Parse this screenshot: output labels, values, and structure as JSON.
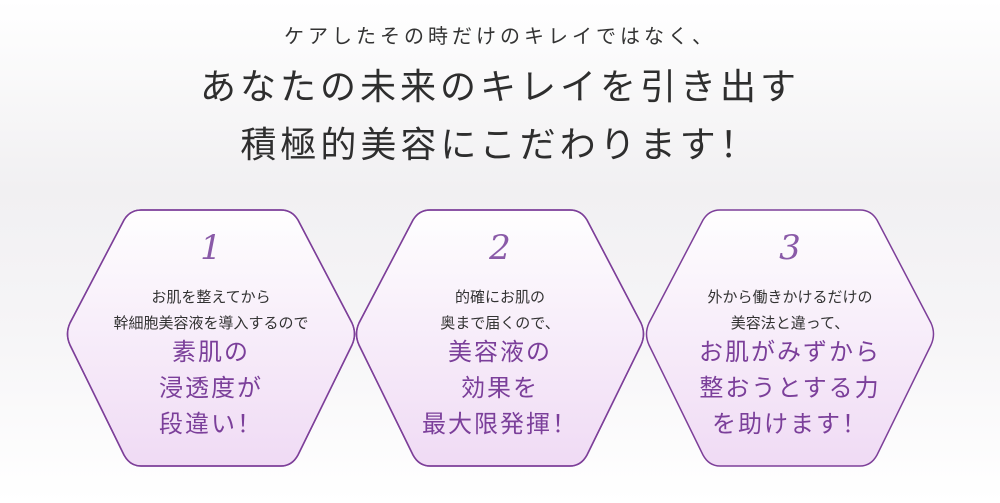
{
  "header": {
    "subtitle": "ケアしたその時だけのキレイではなく、",
    "title_line_1": "あなたの未来のキレイを引き出す",
    "title_line_2": "積極的美容にこだわります！"
  },
  "colors": {
    "hex_border": "#7d3f99",
    "hex_fill_top": "#ffffff",
    "hex_fill_bottom": "#efd9f4",
    "highlight_text": "#7b3f9a",
    "number_text": "#8a5aa8"
  },
  "cards": [
    {
      "number": "1",
      "lead": [
        "お肌を整えてから",
        "幹細胞美容液を導入するので"
      ],
      "highlight": [
        "素肌の",
        "浸透度が",
        "段違い！"
      ]
    },
    {
      "number": "2",
      "lead": [
        "的確にお肌の",
        "奥まで届くので、"
      ],
      "highlight": [
        "美容液の",
        "効果を",
        "最大限発揮！"
      ]
    },
    {
      "number": "3",
      "lead": [
        "外から働きかけるだけの",
        "美容法と違って、"
      ],
      "highlight": [
        "お肌がみずから",
        "整おうとする力",
        "を助けます！"
      ]
    }
  ]
}
